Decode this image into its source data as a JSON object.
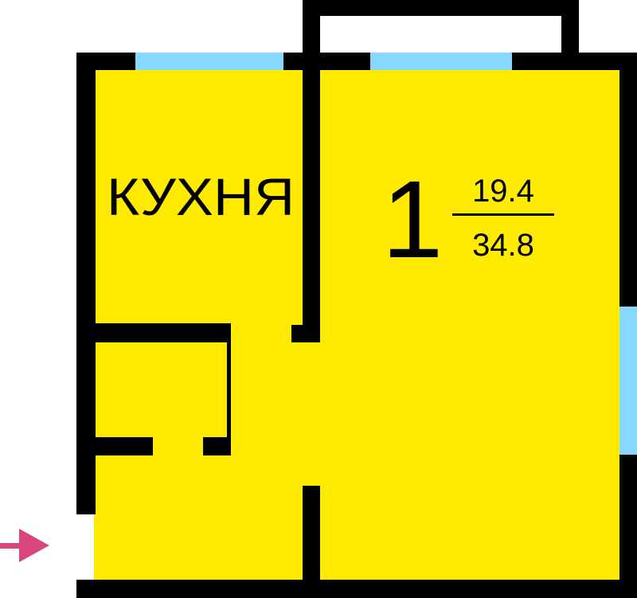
{
  "floor_plan": {
    "kitchen": {
      "label": "КУХНЯ"
    },
    "room": {
      "number": "1",
      "living_area": "19.4",
      "total_area": "34.8"
    },
    "entrance": {
      "icon": "entrance-arrow-icon"
    },
    "colors": {
      "floor": "#FFEB00",
      "wall": "#000000",
      "window": "#87D8FF",
      "entrance_arrow": "#D8467E",
      "background": "#FFFFFF"
    }
  }
}
